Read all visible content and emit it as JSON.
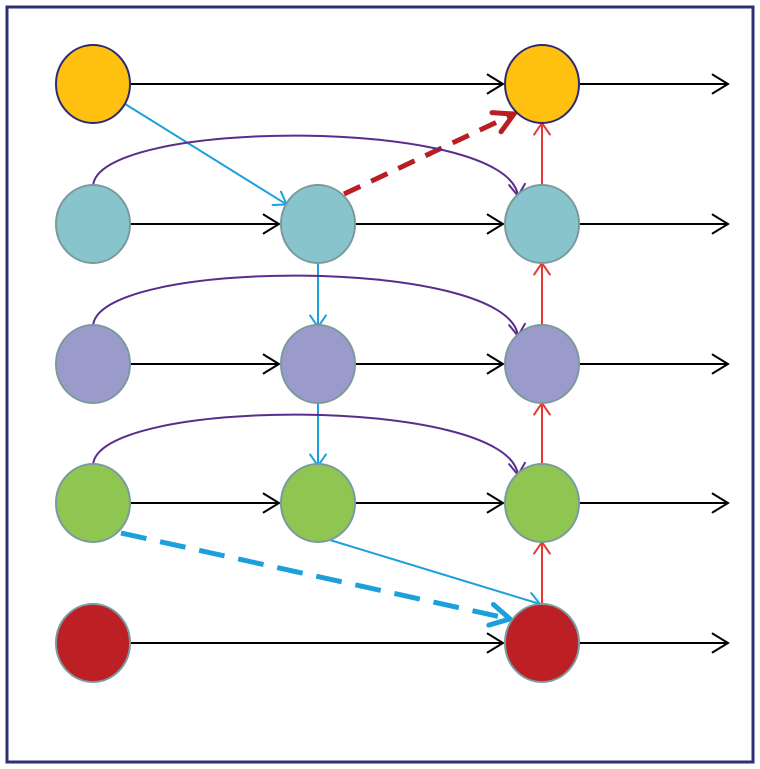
{
  "diagram": {
    "colors": {
      "frame": "#2E3076",
      "black": "#000000",
      "blue": "#1CA0DC",
      "purple": "#5A2D8C",
      "red": "#E53935",
      "dark_red": "#B81E22",
      "node_outline_gray": "#7A9A9E",
      "node_outline_navy": "#2B2A73"
    },
    "rows": [
      {
        "id": "row1",
        "fill": "#FFC010",
        "outline": "#2B2A73"
      },
      {
        "id": "row2",
        "fill": "#88C4CC",
        "outline": "#7A9A9E"
      },
      {
        "id": "row3",
        "fill": "#9B9BCB",
        "outline": "#7A9A9E"
      },
      {
        "id": "row4",
        "fill": "#8FC652",
        "outline": "#7A9A9E"
      },
      {
        "id": "row5",
        "fill": "#BC1F24",
        "outline": "#7A9A9E"
      }
    ],
    "nodes": [
      {
        "id": "n1a",
        "row": 0,
        "col": 0
      },
      {
        "id": "n1c",
        "row": 0,
        "col": 2
      },
      {
        "id": "n2a",
        "row": 1,
        "col": 0
      },
      {
        "id": "n2b",
        "row": 1,
        "col": 1
      },
      {
        "id": "n2c",
        "row": 1,
        "col": 2
      },
      {
        "id": "n3a",
        "row": 2,
        "col": 0
      },
      {
        "id": "n3b",
        "row": 2,
        "col": 1
      },
      {
        "id": "n3c",
        "row": 2,
        "col": 2
      },
      {
        "id": "n4a",
        "row": 3,
        "col": 0
      },
      {
        "id": "n4b",
        "row": 3,
        "col": 1
      },
      {
        "id": "n4c",
        "row": 3,
        "col": 2
      },
      {
        "id": "n5a",
        "row": 4,
        "col": 0
      },
      {
        "id": "n5c",
        "row": 4,
        "col": 2
      }
    ],
    "edges": [
      {
        "from": "n1a",
        "to": "n1c",
        "style": "black"
      },
      {
        "from": "n1c",
        "to": "end",
        "style": "black"
      },
      {
        "from": "n2a",
        "to": "n2b",
        "style": "black"
      },
      {
        "from": "n2b",
        "to": "n2c",
        "style": "black"
      },
      {
        "from": "n2c",
        "to": "end",
        "style": "black"
      },
      {
        "from": "n3a",
        "to": "n3b",
        "style": "black"
      },
      {
        "from": "n3b",
        "to": "n3c",
        "style": "black"
      },
      {
        "from": "n3c",
        "to": "end",
        "style": "black"
      },
      {
        "from": "n4a",
        "to": "n4b",
        "style": "black"
      },
      {
        "from": "n4b",
        "to": "n4c",
        "style": "black"
      },
      {
        "from": "n4c",
        "to": "end",
        "style": "black"
      },
      {
        "from": "n5a",
        "to": "n5c",
        "style": "black"
      },
      {
        "from": "n5c",
        "to": "end",
        "style": "black"
      },
      {
        "from": "n1a",
        "to": "n2b",
        "style": "blue"
      },
      {
        "from": "n2b",
        "to": "n3b",
        "style": "blue"
      },
      {
        "from": "n3b",
        "to": "n4b",
        "style": "blue"
      },
      {
        "from": "n4b",
        "to": "n5c",
        "style": "blue"
      },
      {
        "from": "n4a",
        "to": "n5c",
        "style": "blue-dashed"
      },
      {
        "from": "n2b",
        "to": "n1c",
        "style": "darkred-dashed"
      },
      {
        "from": "n5c",
        "to": "n4c",
        "style": "red"
      },
      {
        "from": "n4c",
        "to": "n3c",
        "style": "red"
      },
      {
        "from": "n3c",
        "to": "n2c",
        "style": "red"
      },
      {
        "from": "n2c",
        "to": "n1c",
        "style": "red"
      },
      {
        "from": "n2a",
        "to": "n2c",
        "style": "purple-arc"
      },
      {
        "from": "n3a",
        "to": "n3c",
        "style": "purple-arc"
      },
      {
        "from": "n4a",
        "to": "n4c",
        "style": "purple-arc"
      }
    ]
  }
}
